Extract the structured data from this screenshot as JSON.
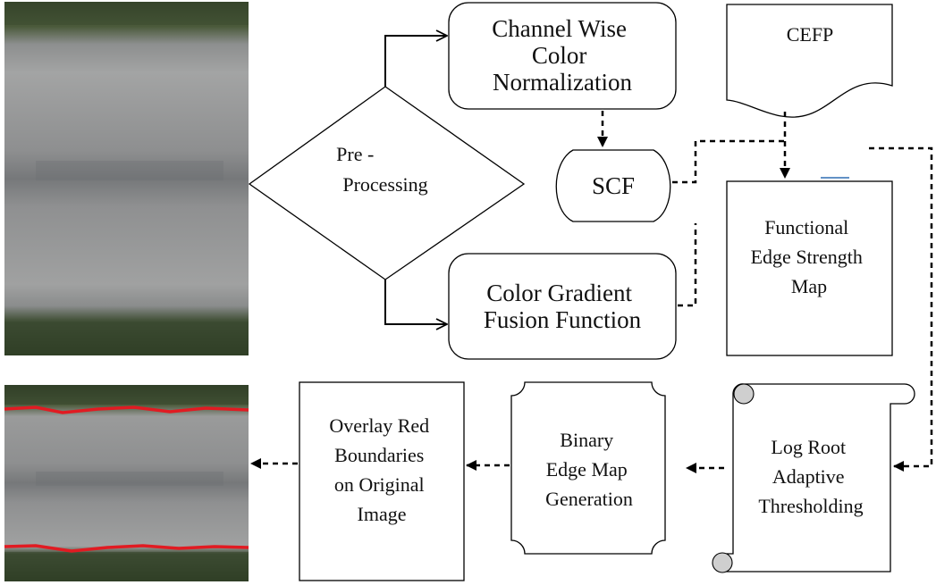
{
  "diagram": {
    "nodes": {
      "preprocessing": {
        "lines": [
          "Pre -",
          "Processing"
        ]
      },
      "channel_norm": {
        "lines": [
          "Channel Wise",
          "Color",
          "Normalization"
        ]
      },
      "cefp": {
        "lines": [
          "CEFP"
        ]
      },
      "scf": {
        "lines": [
          "SCF"
        ]
      },
      "color_gradient": {
        "lines": [
          "Color Gradient",
          "Fusion Function"
        ]
      },
      "functional_edge": {
        "lines": [
          "Functional",
          "Edge Strength",
          "Map"
        ]
      },
      "log_root": {
        "lines": [
          "Log Root",
          "Adaptive",
          "Thresholding"
        ]
      },
      "binary_edge": {
        "lines": [
          "Binary",
          "Edge Map",
          "Generation"
        ]
      },
      "overlay": {
        "lines": [
          "Overlay Red",
          "Boundaries",
          "on Original",
          "Image"
        ]
      }
    },
    "colors": {
      "road": "#9b9c9c",
      "road_dark": "#77797a",
      "grass": "#3a4a2c",
      "boundary": "#e11b22",
      "accent_line": "#2e6db4",
      "scroll_shade": "#cfcfcf"
    }
  }
}
